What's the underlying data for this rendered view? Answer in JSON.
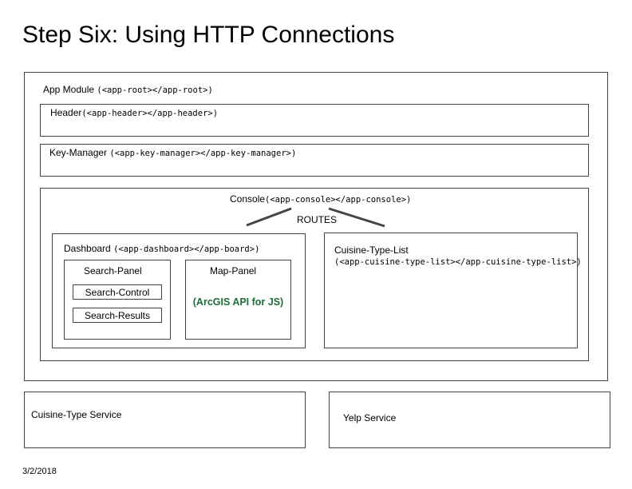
{
  "title": "Step Six: Using HTTP Connections",
  "date": "3/2/2018",
  "app_module": {
    "name": "App Module",
    "tag": "(<app-root></app-root>)"
  },
  "header": {
    "name": "Header",
    "tag": "(<app-header></app-header>)"
  },
  "key_manager": {
    "name": "Key-Manager",
    "tag": "(<app-key-manager></app-key-manager>)"
  },
  "console": {
    "name": "Console",
    "tag": "(<app-console></app-console>)",
    "routes_label": "ROUTES"
  },
  "dashboard": {
    "name": "Dashboard",
    "tag": "(<app-dashboard></app-board>)"
  },
  "search_panel": {
    "name": "Search-Panel",
    "children": [
      "Search-Control",
      "Search-Results"
    ]
  },
  "map_panel": {
    "name": "Map-Panel",
    "note": "(ArcGIS API for JS)"
  },
  "cuisine_type_list": {
    "name": "Cuisine-Type-List",
    "tag": "(<app-cuisine-type-list></app-cuisine-type-list>)"
  },
  "cuisine_type_service": {
    "name": "Cuisine-Type Service"
  },
  "yelp_service": {
    "name": "Yelp Service"
  },
  "colors": {
    "border": "#444444",
    "arcgis_text": "#1f6b3a"
  }
}
